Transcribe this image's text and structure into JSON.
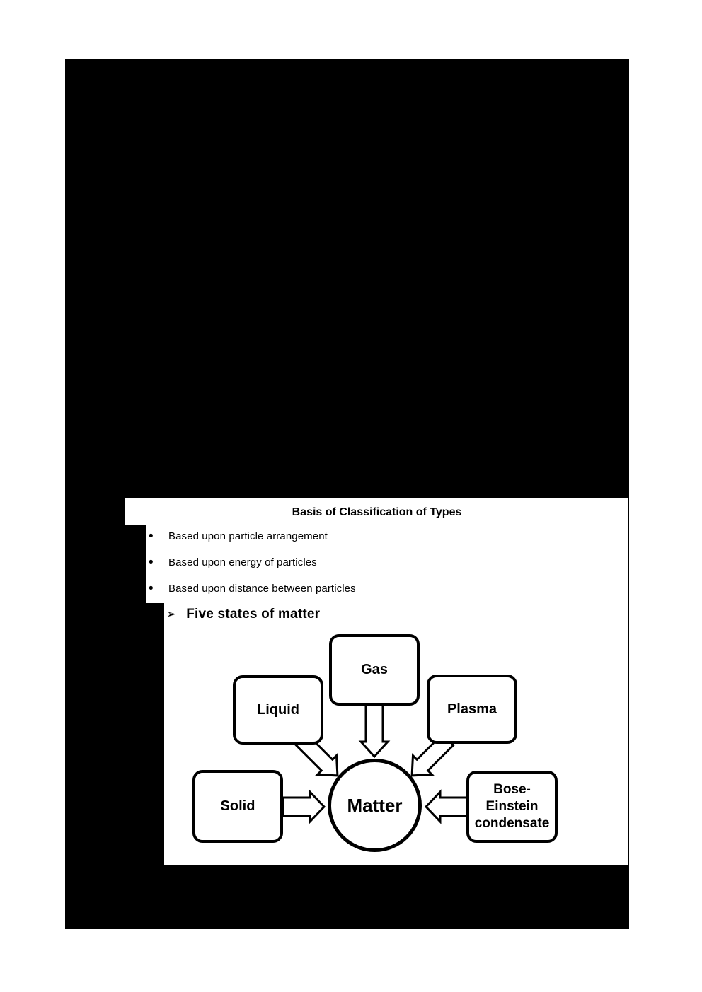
{
  "colors": {
    "ink": "#000000",
    "paper": "#ffffff"
  },
  "panel": {
    "title": "Basis of Classification of Types",
    "bullet_char": "•",
    "bullets": [
      "Based upon particle arrangement",
      "Based upon energy of particles",
      "Based upon distance between particles"
    ],
    "heading_marker": "➢",
    "heading": "Five states of matter"
  },
  "diagram": {
    "center": {
      "label": "Matter"
    },
    "nodes": [
      {
        "id": "gas",
        "label": "Gas"
      },
      {
        "id": "liquid",
        "label": "Liquid"
      },
      {
        "id": "plasma",
        "label": "Plasma"
      },
      {
        "id": "solid",
        "label": "Solid"
      },
      {
        "id": "bose-einstein-condensate",
        "lines": [
          "Bose-",
          "Einstein",
          "condensate"
        ]
      }
    ]
  }
}
